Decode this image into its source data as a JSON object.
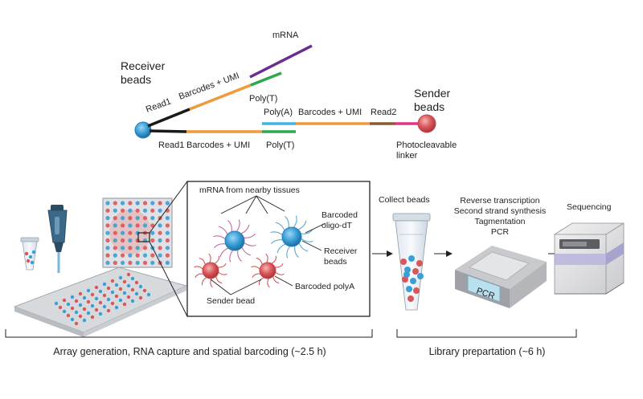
{
  "top_schematic": {
    "receiver_beads_label": [
      "Receiver",
      "beads"
    ],
    "sender_beads_label": [
      "Sender",
      "beads"
    ],
    "upper_strand": {
      "read1": "Read1",
      "barcodes_umi": "Barcodes + UMI",
      "polyT": "Poly(T)",
      "mrna": "mRNA"
    },
    "lower_strand": {
      "read1": "Read1",
      "barcodes_umi": "Barcodes + UMI",
      "polyT": "Poly(T)",
      "polyA": "Poly(A)",
      "barcodes_umi_sender": "Barcodes + UMI",
      "read2": "Read2",
      "photocleavable_linker": [
        "Photocleavable",
        "linker"
      ]
    }
  },
  "workflow": {
    "inset_labels": {
      "mrna_from_tissues": "mRNA from nearby tissues",
      "barcoded_oligo_dt": [
        "Barcoded",
        "oligo-dT"
      ],
      "receiver_beads": [
        "Receiver",
        "beads"
      ],
      "barcoded_polya": "Barcoded polyA",
      "sender_bead": "Sender bead"
    },
    "steps": {
      "collect_beads": "Collect beads",
      "library_steps": [
        "Reverse transcription",
        "Second strand synthesis",
        "Tagmentation",
        "PCR"
      ],
      "sequencing": "Sequencing",
      "pcr_screen": "PCR"
    },
    "phases": {
      "array_phase": "Array generation, RNA capture and spatial barcoding (~2.5 h)",
      "library_phase": "Library prepartation (~6 h)"
    }
  },
  "colors": {
    "read1_black": "#1a1a1a",
    "barcode_orange": "#ef9a3c",
    "polyT_green": "#2ea84a",
    "mrna_purple": "#6a2c91",
    "polyA_blue": "#3fb6e0",
    "read2_brown": "#8a5a32",
    "linker_magenta": "#e0338a",
    "receiver_bead_blue": "#3a9fd6",
    "sender_bead_red": "#d9575a"
  }
}
